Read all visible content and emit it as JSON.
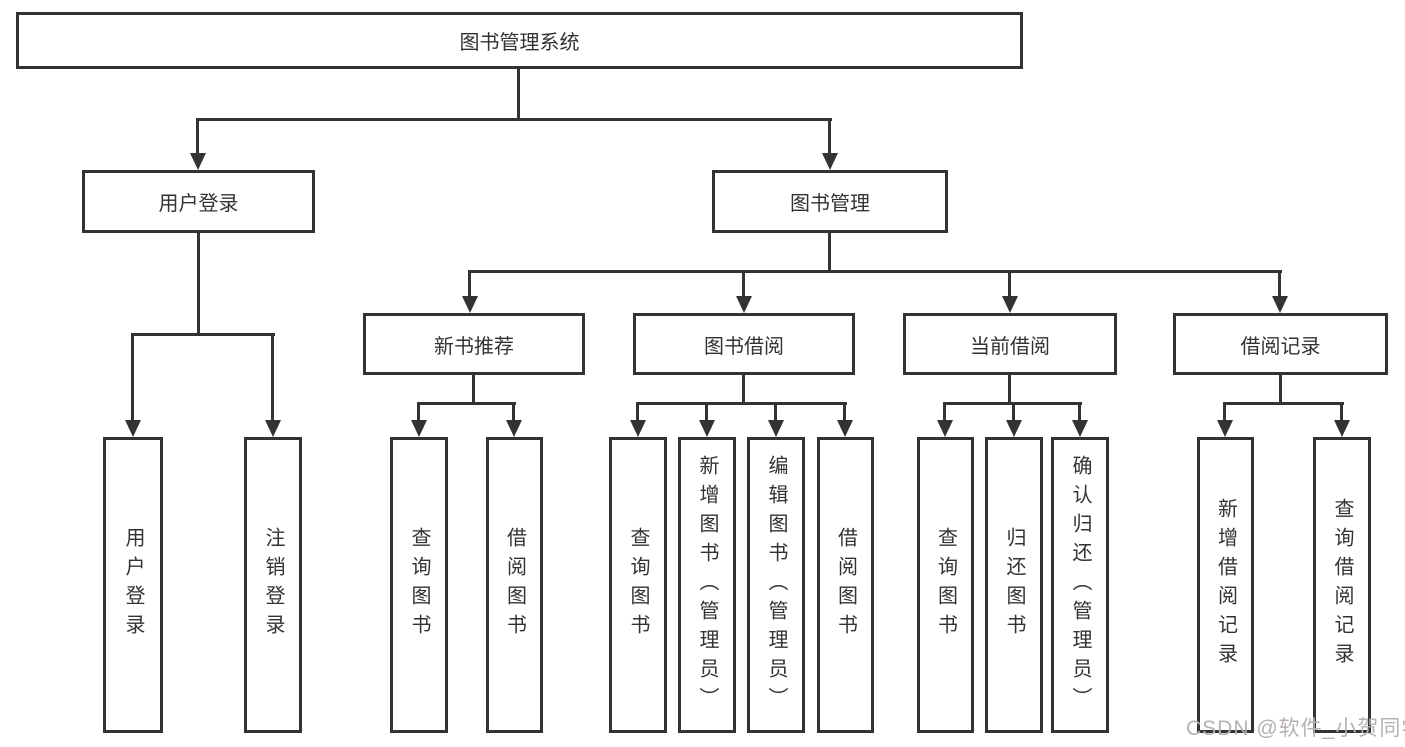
{
  "diagram_type": "hierarchy",
  "tree": {
    "root": {
      "label": "图书管理系统"
    },
    "branches": [
      {
        "label": "用户登录",
        "leaves": [
          {
            "label": "用户登录"
          },
          {
            "label": "注销登录"
          }
        ]
      },
      {
        "label": "图书管理",
        "groups": [
          {
            "label": "新书推荐",
            "leaves": [
              {
                "label": "查询图书"
              },
              {
                "label": "借阅图书"
              }
            ]
          },
          {
            "label": "图书借阅",
            "leaves": [
              {
                "label": "查询图书"
              },
              {
                "label": "新增图书（管理员）"
              },
              {
                "label": "编辑图书（管理员）"
              },
              {
                "label": "借阅图书"
              }
            ]
          },
          {
            "label": "当前借阅",
            "leaves": [
              {
                "label": "查询图书"
              },
              {
                "label": "归还图书"
              },
              {
                "label": "确认归还（管理员）"
              }
            ]
          },
          {
            "label": "借阅记录",
            "leaves": [
              {
                "label": "新增借阅记录"
              },
              {
                "label": "查询借阅记录"
              }
            ]
          }
        ]
      }
    ]
  },
  "watermark": {
    "text": "CSDN @软件_小贺同学"
  },
  "colors": {
    "stroke": "#333333",
    "text": "#333333",
    "background": "#ffffff",
    "watermark": "#b7b1b1"
  }
}
